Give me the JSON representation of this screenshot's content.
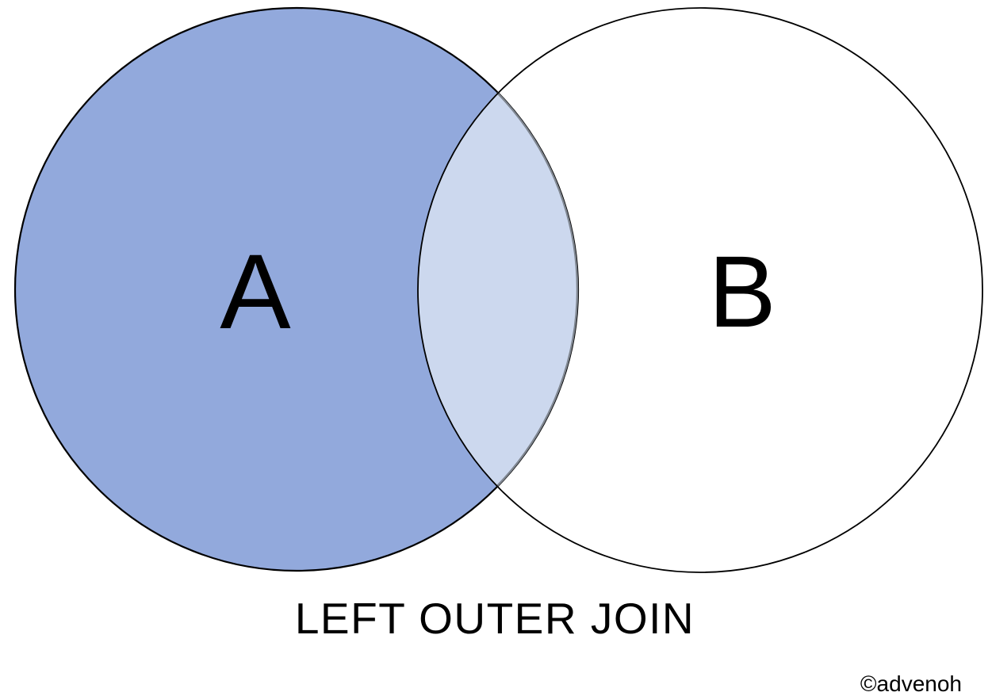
{
  "diagram": {
    "type": "venn-two-sets",
    "caption": "LEFT OUTER JOIN",
    "watermark": "©advenoh",
    "sets": {
      "a": {
        "label": "A",
        "shaded": true
      },
      "b": {
        "label": "B",
        "shaded": false
      },
      "intersection": {
        "shaded": true,
        "shade": "light"
      }
    }
  },
  "colors": {
    "background": "#FFFFFF",
    "set_a_fill": "#92A9DC",
    "set_b_fill": "#FFFFFF",
    "intersection_fill": "#CCD8EE",
    "outline": "#000000",
    "intersection_edge": "#7F8690"
  }
}
